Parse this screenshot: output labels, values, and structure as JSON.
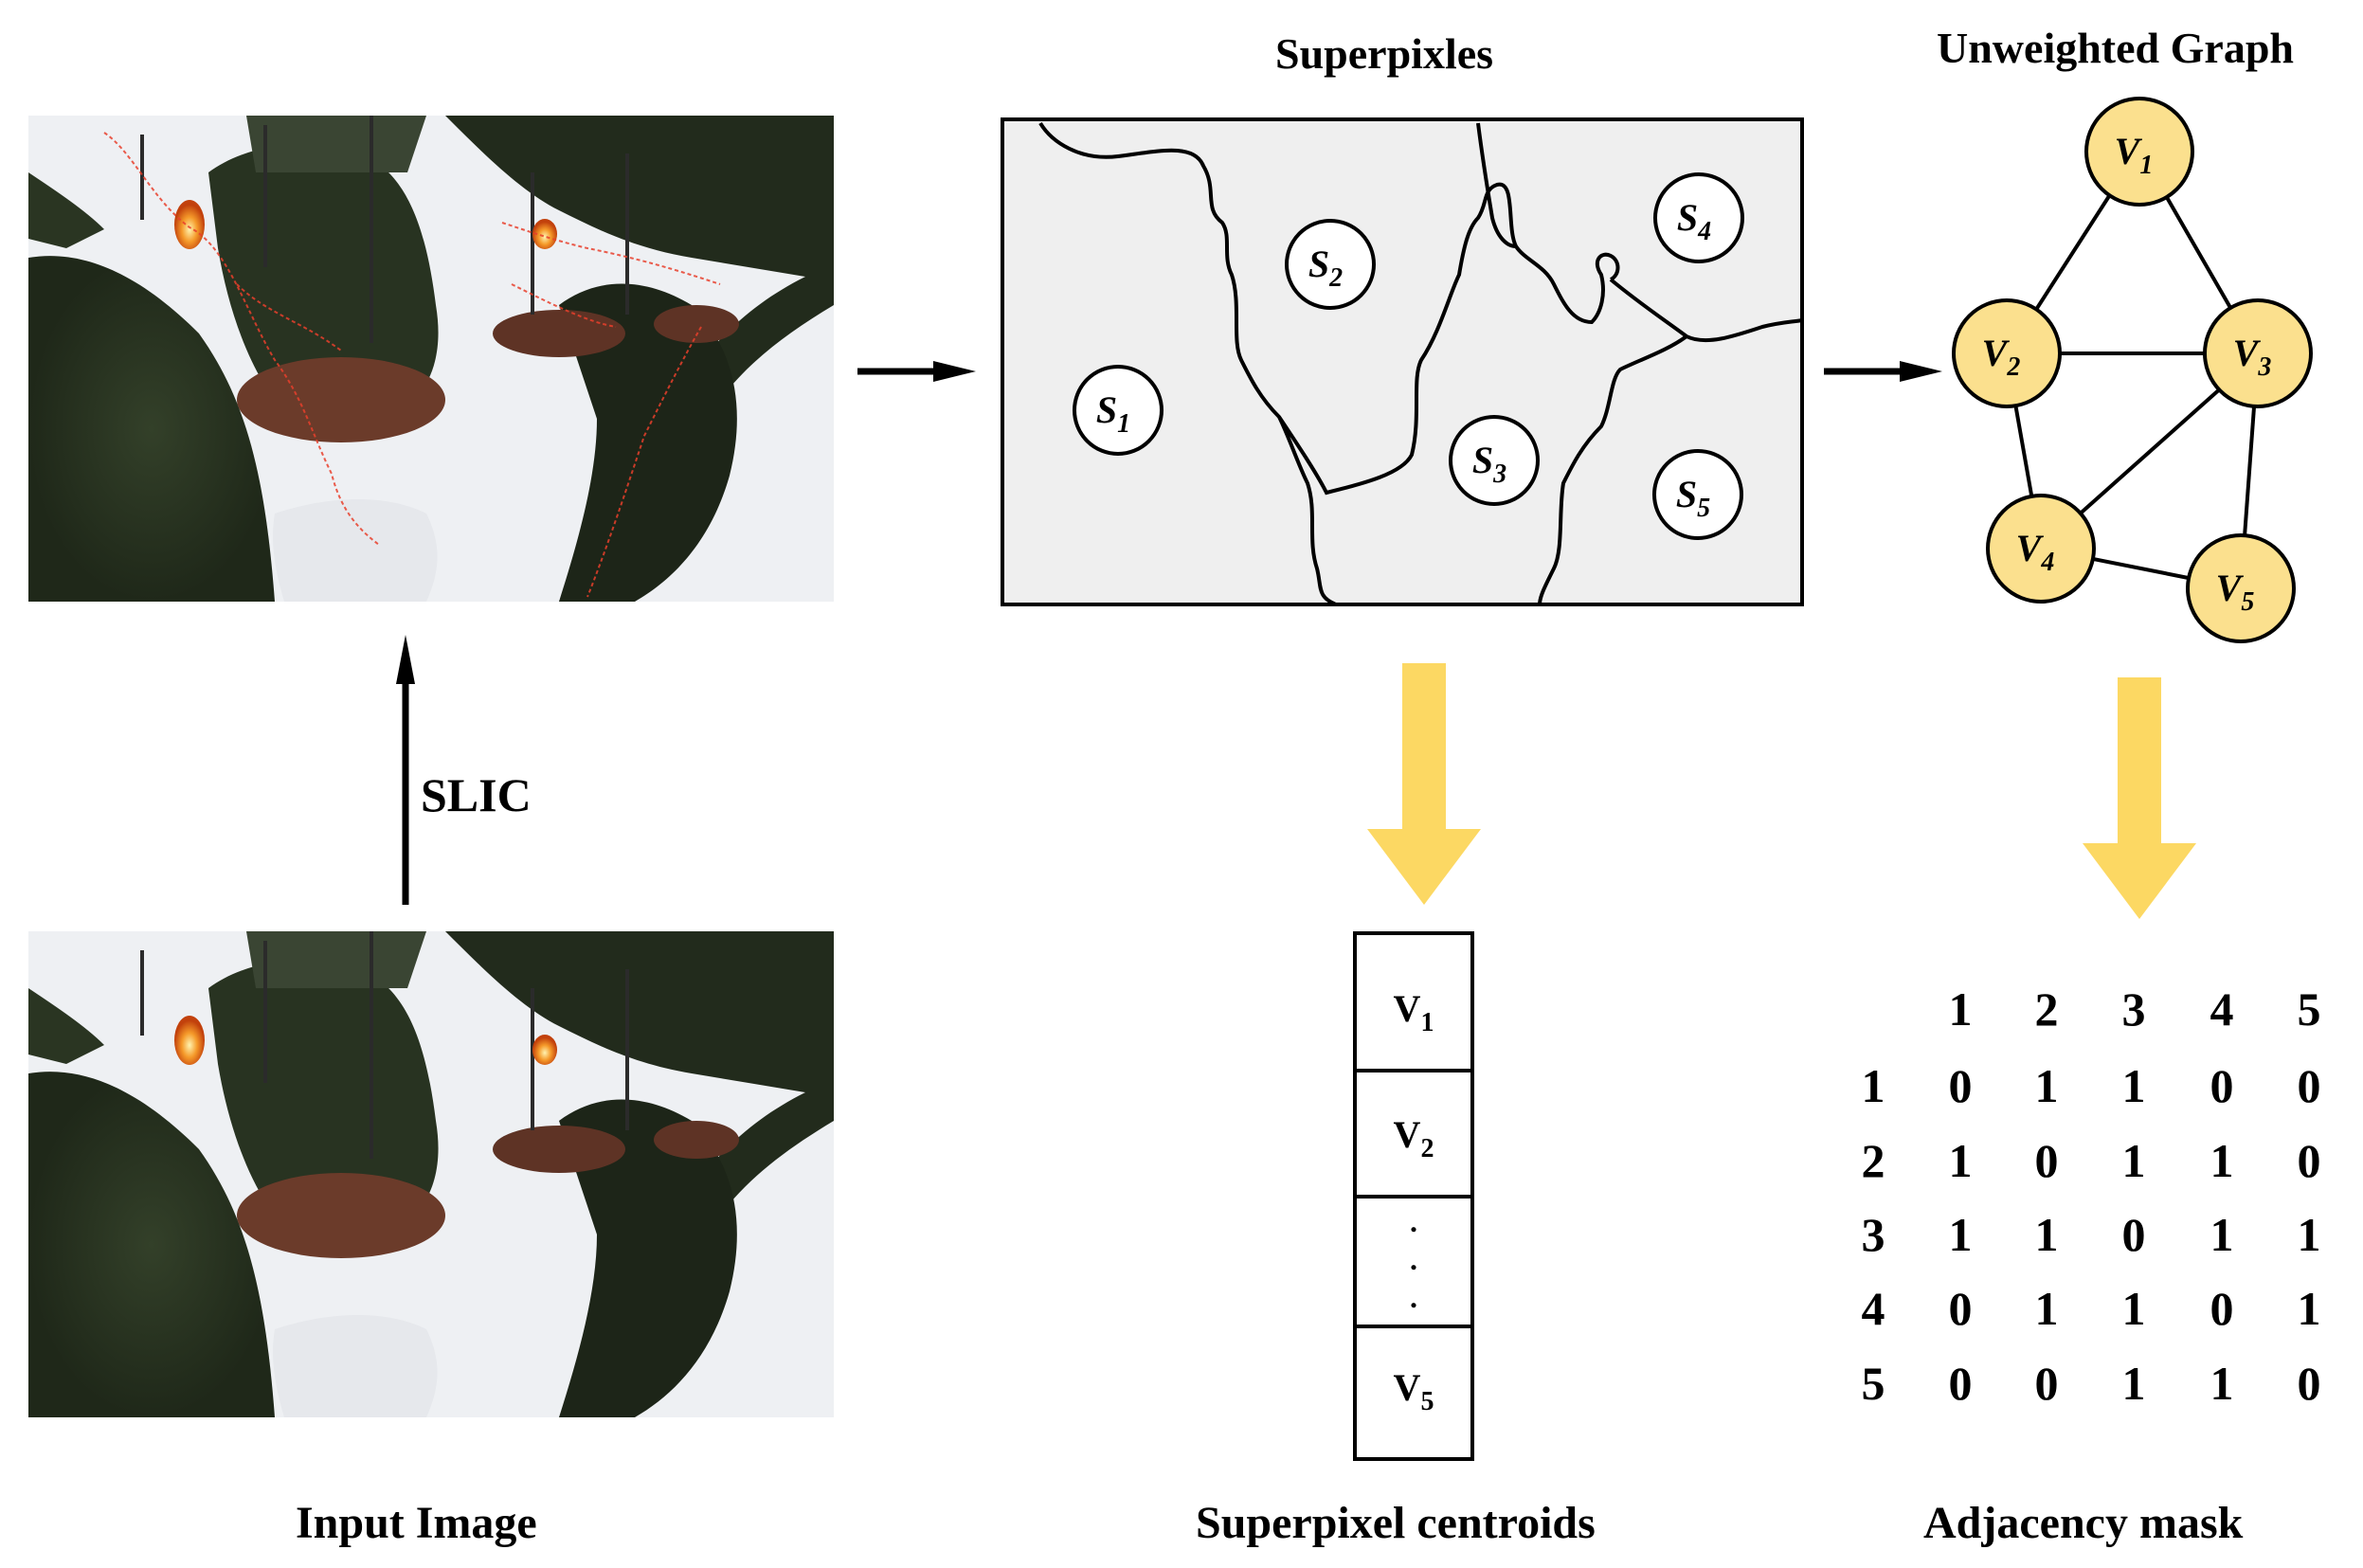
{
  "titles": {
    "superpixels": "Superpixles",
    "graph": "Unweighted Graph",
    "input": "Input Image",
    "centroids": "Superpixel centroids",
    "adjacency": "Adjacency mask",
    "slic": "SLIC"
  },
  "superpixels": [
    {
      "base": "S",
      "sub": "1"
    },
    {
      "base": "S",
      "sub": "2"
    },
    {
      "base": "S",
      "sub": "3"
    },
    {
      "base": "S",
      "sub": "4"
    },
    {
      "base": "S",
      "sub": "5"
    }
  ],
  "graph": {
    "nodes": [
      {
        "base": "V",
        "sub": "1"
      },
      {
        "base": "V",
        "sub": "2"
      },
      {
        "base": "V",
        "sub": "3"
      },
      {
        "base": "V",
        "sub": "4"
      },
      {
        "base": "V",
        "sub": "5"
      }
    ],
    "edges": [
      [
        1,
        2
      ],
      [
        1,
        3
      ],
      [
        2,
        3
      ],
      [
        2,
        4
      ],
      [
        3,
        4
      ],
      [
        3,
        5
      ],
      [
        4,
        5
      ]
    ],
    "node_fill": "#fbe08e",
    "node_stroke": "#000000"
  },
  "centroids": [
    {
      "base": "V",
      "sub": "1"
    },
    {
      "base": "V",
      "sub": "2"
    },
    {
      "base": ".",
      "sub": ""
    },
    {
      "base": "V",
      "sub": "5"
    }
  ],
  "adjacency": {
    "col_headers": [
      "1",
      "2",
      "3",
      "4",
      "5"
    ],
    "row_headers": [
      "1",
      "2",
      "3",
      "4",
      "5"
    ],
    "rows": [
      [
        "0",
        "1",
        "1",
        "0",
        "0"
      ],
      [
        "1",
        "0",
        "1",
        "1",
        "0"
      ],
      [
        "1",
        "1",
        "0",
        "1",
        "1"
      ],
      [
        "0",
        "1",
        "1",
        "0",
        "1"
      ],
      [
        "0",
        "0",
        "1",
        "1",
        "0"
      ]
    ]
  },
  "colors": {
    "arrow_yellow": "#fcd863",
    "snow": "#eef0f3",
    "tree_dark": "#27321f",
    "fire": "#f07a1c",
    "boundary_red": "#e8402c",
    "panel_fill": "#efefef"
  }
}
